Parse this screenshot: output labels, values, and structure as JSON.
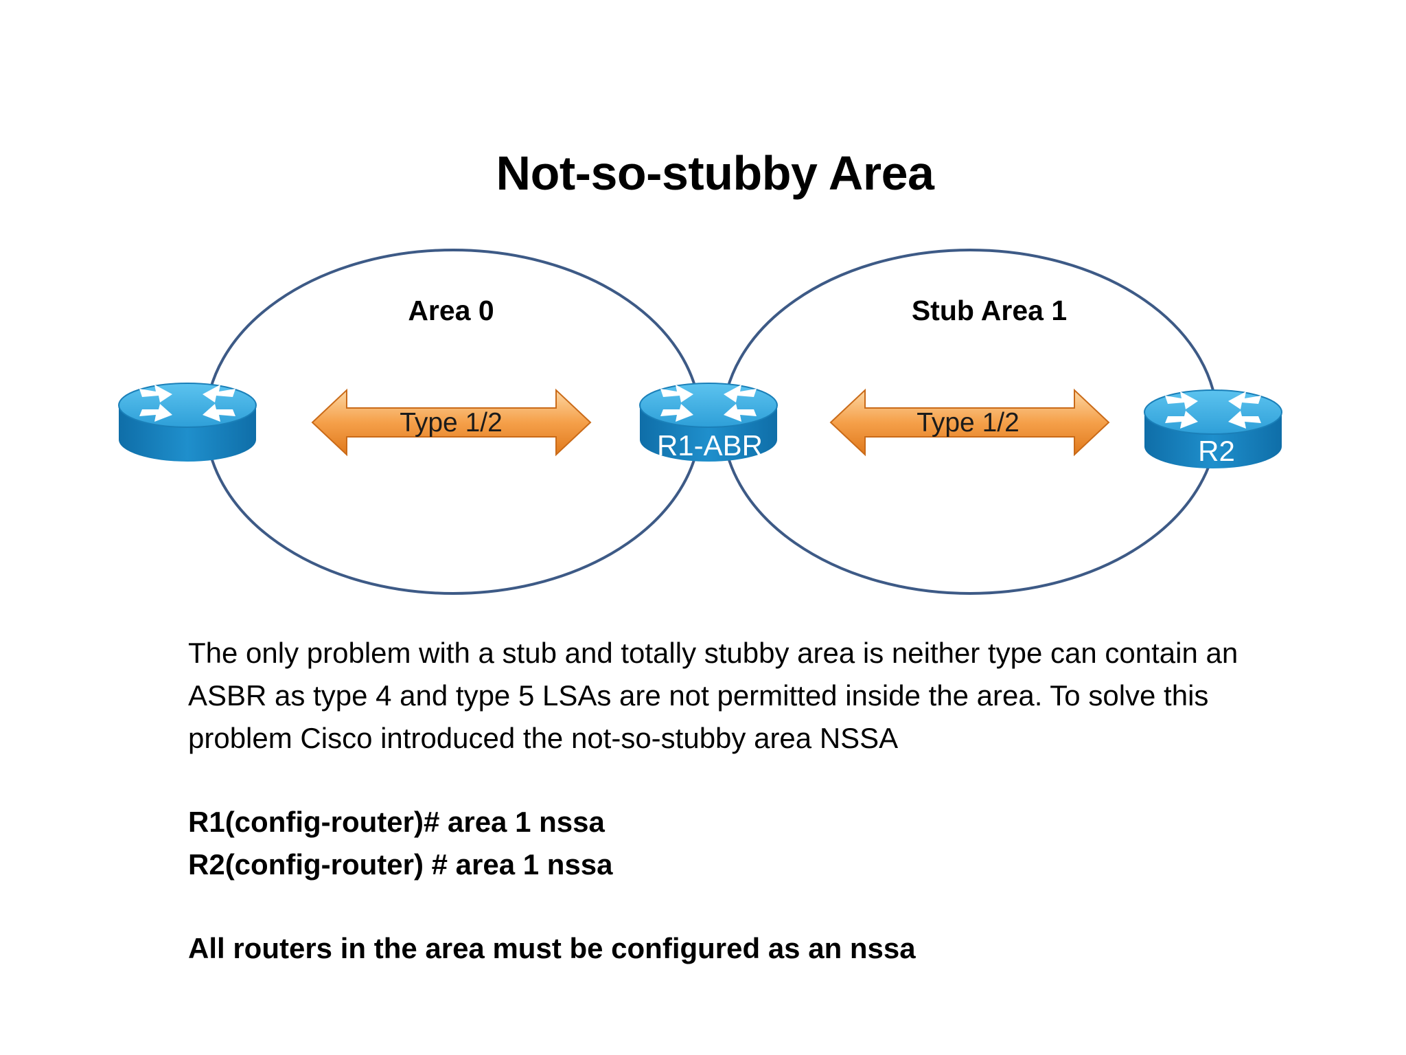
{
  "title": "Not-so-stubby Area",
  "diagram": {
    "areas": [
      {
        "label": "Area 0"
      },
      {
        "label": "Stub Area 1"
      }
    ],
    "links": [
      {
        "label": "Type 1/2"
      },
      {
        "label": "Type 1/2"
      }
    ],
    "routers": [
      {
        "label": ""
      },
      {
        "label": "R1-ABR"
      },
      {
        "label": "R2"
      }
    ],
    "colors": {
      "area_outline": "#3d5a86",
      "arrow_fill": "#f5a04a",
      "router_body": "#1f8fcc"
    }
  },
  "description": "The only problem with a stub and totally stubby area is neither type can contain an ASBR as type 4 and type 5 LSAs are not permitted inside the area. To solve this problem Cisco introduced the not-so-stubby area NSSA",
  "commands": [
    "R1(config-router)# area 1 nssa",
    "R2(config-router) # area 1 nssa"
  ],
  "note": "All routers in the area must be configured as an nssa"
}
